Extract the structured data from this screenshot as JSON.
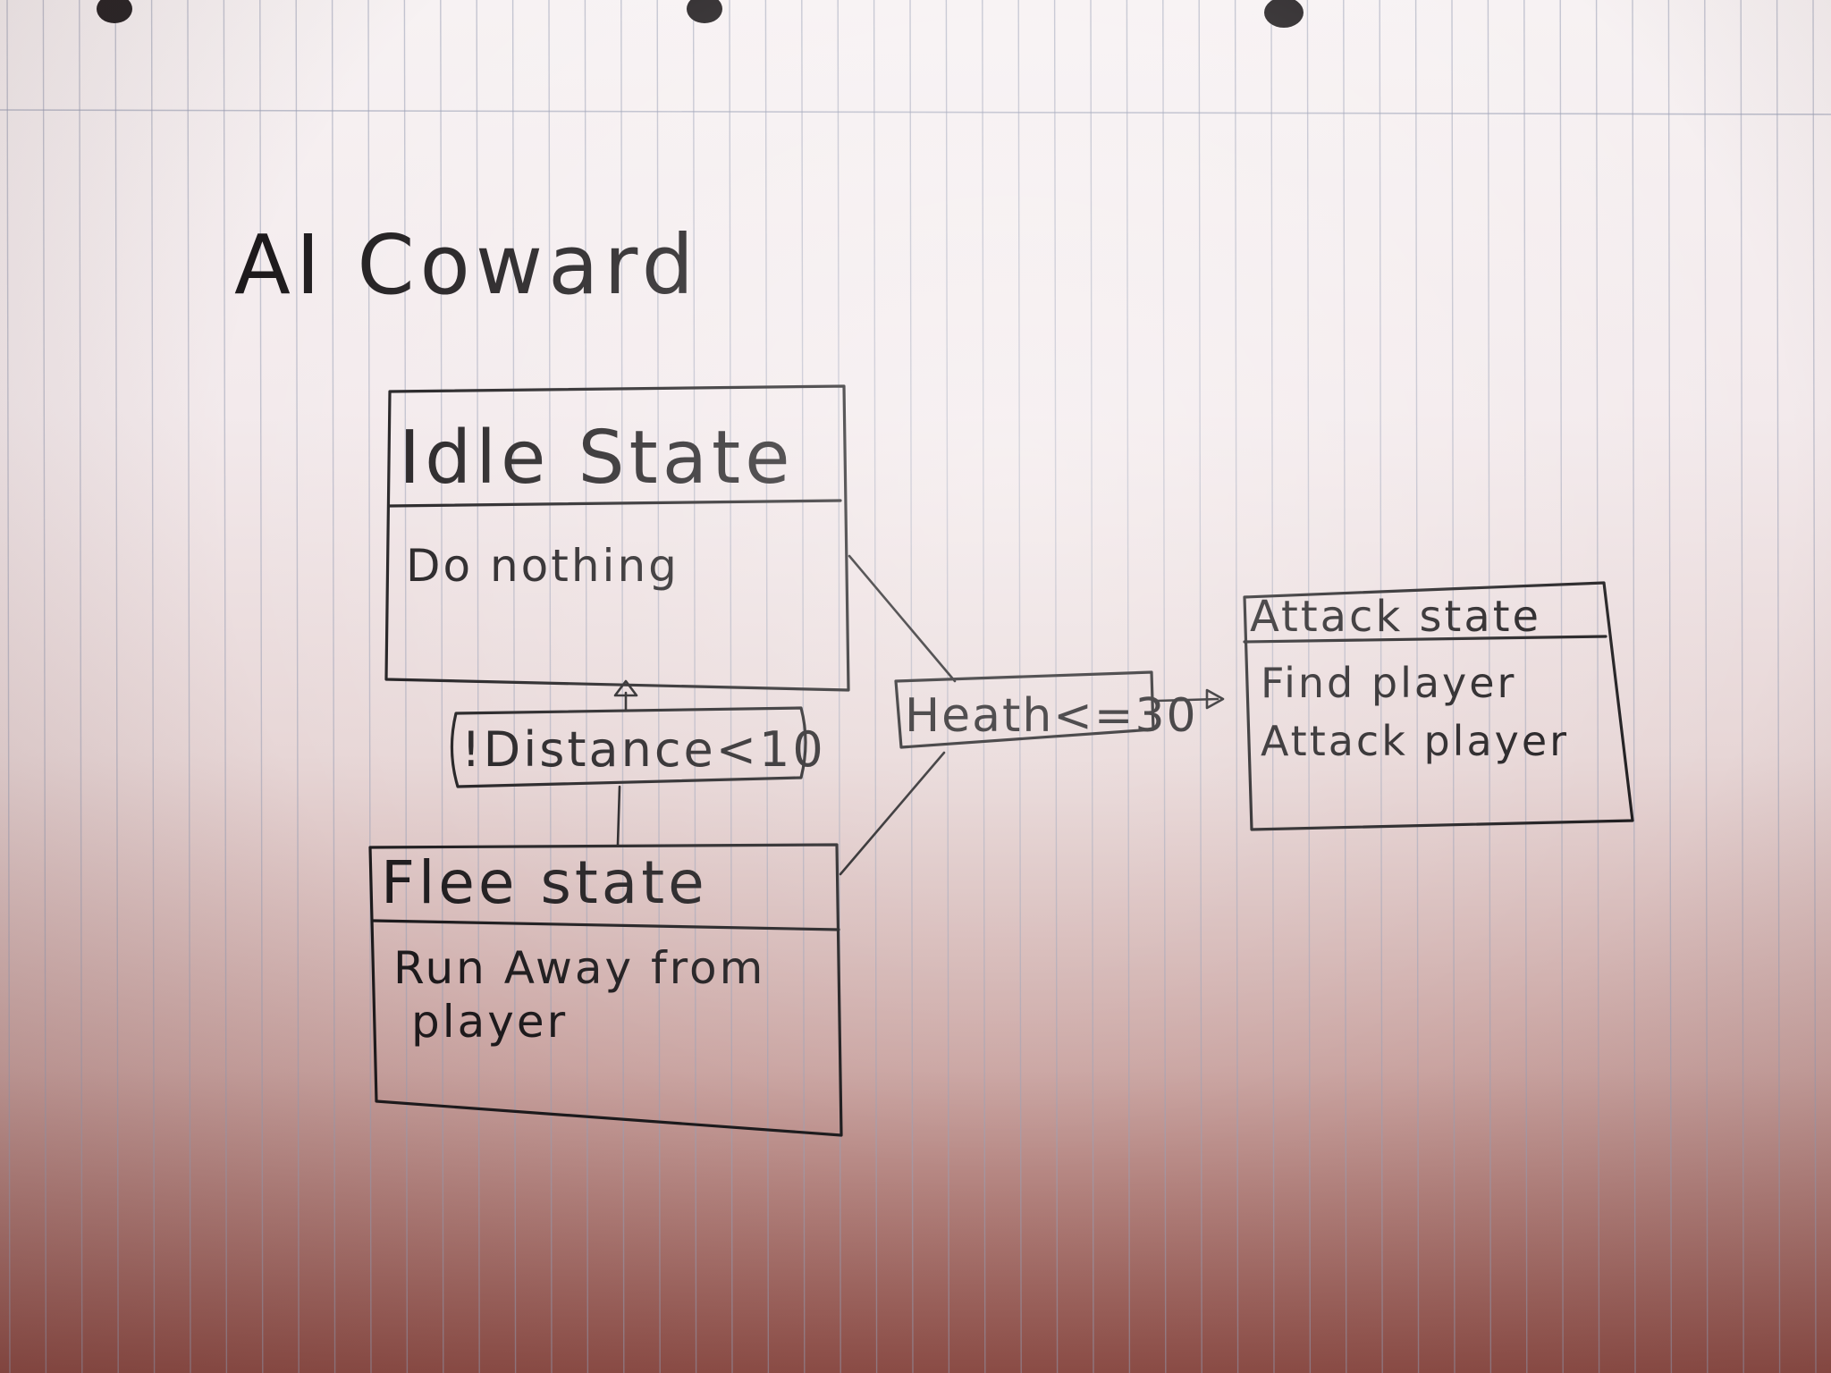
{
  "title": "AI Coward",
  "states": {
    "idle": {
      "name": "Idle State",
      "action": "Do nothing"
    },
    "flee": {
      "name": "Flee state",
      "action_line1": "Run Away from",
      "action_line2": "player"
    },
    "attack": {
      "name": "Attack state",
      "action_line1": "Find player",
      "action_line2": "Attack player"
    }
  },
  "transitions": {
    "flee_to_idle": "!Distance<10",
    "to_attack": "Heath<=30"
  },
  "colors": {
    "ink": "#1c1a1c",
    "rule": "#9aa0b5",
    "paper": "#f3eaec"
  }
}
